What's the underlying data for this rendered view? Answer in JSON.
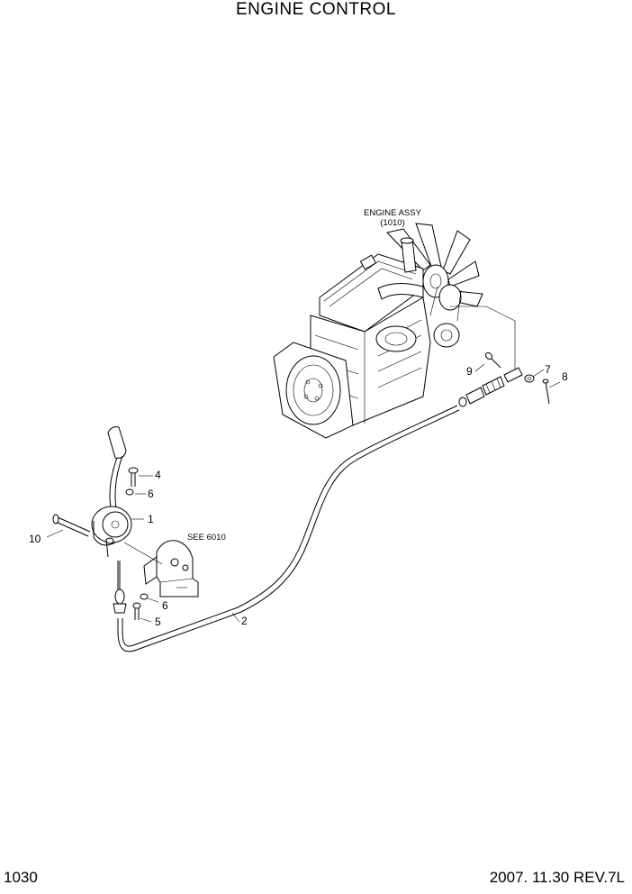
{
  "title": "ENGINE CONTROL",
  "page_number": "1030",
  "revision": "2007. 11.30  REV.7L",
  "engine_label": {
    "line1": "ENGINE ASSY",
    "line2": "(1010)"
  },
  "see_reference": "SEE 6010",
  "callouts": {
    "c1": "1",
    "c2": "2",
    "c4": "4",
    "c5": "5",
    "c6a": "6",
    "c6b": "6",
    "c7": "7",
    "c8": "8",
    "c9": "9",
    "c10": "10"
  }
}
